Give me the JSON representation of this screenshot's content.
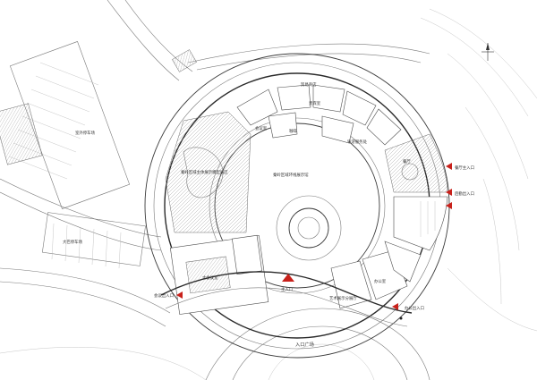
{
  "labels": {
    "parking_car": "室外停车场",
    "parking_bus": "大巴停车场",
    "qinhua_exhibit": "秦岭区域主体展示模型展区",
    "bianjie_shop": "贸易商店",
    "canteen": "餐厅",
    "vip_room": "贵宾室",
    "conference": "会议室",
    "cafe": "咖啡",
    "guide_center": "导游服务处",
    "central_hall": "秦岭区域环线展示馆",
    "multi_hall": "大会议室",
    "art_studio": "艺术展示分展厅",
    "office": "办公室",
    "main_entrance": "主入口",
    "conference_entrance": "会议出入口",
    "office_entrance": "办公出入口",
    "restaurant_entrance": "餐厅主入口",
    "logistics_entrance": "后勤出入口",
    "entrance_plaza": "入口广场"
  },
  "colors": {
    "marker": "#c8211b",
    "line": "#7a7a7a",
    "wall": "#2a2a2a"
  },
  "icons": {
    "north": "north-arrow-icon",
    "entrance": "entrance-marker-icon"
  }
}
